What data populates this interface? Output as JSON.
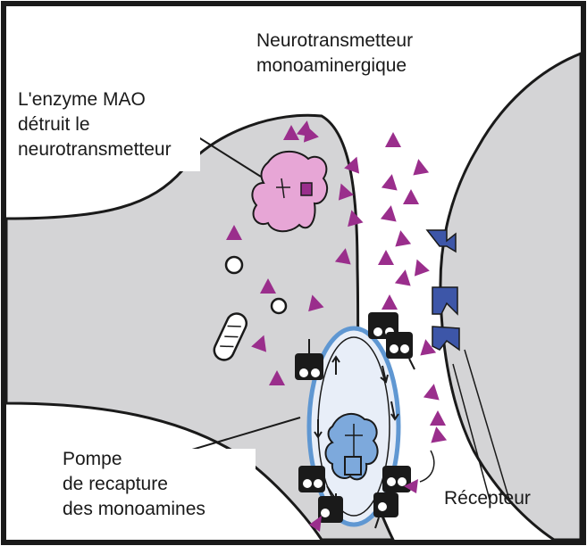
{
  "labels": {
    "neurotransmitter": "Neurotransmetteur\nmonoaminergique",
    "mao": "L'enzyme MAO\ndétruit le\nneurotransmetteur",
    "pump": "Pompe\nde recapture\ndes monoamines",
    "receptor": "Récepteur"
  },
  "colors": {
    "background": "#ffffff",
    "cell_fill": "#d4d4d6",
    "outline": "#1a1a1a",
    "neurotransmitter": "#9a2e8c",
    "mao_enzyme": "#e7a6d6",
    "receptor": "#3d56a8",
    "pump_ring": "#5f97d2",
    "transporter": "#1a1a1a"
  },
  "icons": {
    "neurotransmitter": "triangle-molecule",
    "receptor": "notched-receptor",
    "enzyme": "mao-enzyme-blob",
    "vesicle": "vesicle-circle",
    "mitochondrion": "mitochondrion"
  }
}
